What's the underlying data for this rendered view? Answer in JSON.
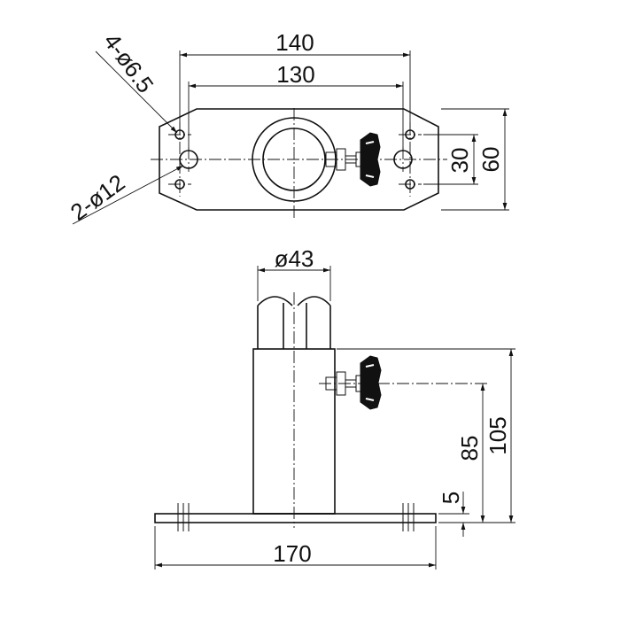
{
  "drawing": {
    "top_view": {
      "dim_overall_width": "140",
      "dim_hole_pitch": "130",
      "dim_small_holes": "4-ø6.5",
      "dim_large_holes": "2-ø12",
      "dim_inner_height": "30",
      "dim_overall_height": "60"
    },
    "front_view": {
      "dim_pipe_diameter": "ø43",
      "dim_base_width": "170",
      "dim_knob_height": "85",
      "dim_total_height": "105",
      "dim_plate_thickness": "5"
    }
  }
}
